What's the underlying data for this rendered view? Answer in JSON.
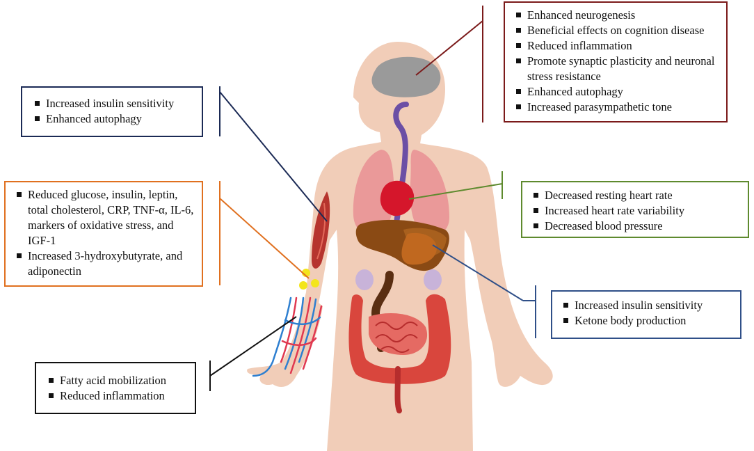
{
  "boxes": {
    "brain": {
      "border_color": "#7b1a1a",
      "items": [
        "Enhanced neurogenesis",
        "Beneficial effects on cognition disease",
        "Reduced inflammation",
        "Promote synaptic plasticity and neuronal stress resistance",
        "Enhanced autophagy",
        "Increased parasympathetic tone"
      ]
    },
    "muscle": {
      "border_color": "#1b2a55",
      "items": [
        "Increased insulin sensitivity",
        "Enhanced autophagy"
      ]
    },
    "blood": {
      "border_color": "#e0701f",
      "items": [
        "Reduced glucose, insulin, leptin, total cholesterol, CRP, TNF-α, IL-6, markers of oxidative stress, and IGF-1",
        "Increased 3-hydroxybutyrate, and adiponectin"
      ]
    },
    "heart": {
      "border_color": "#5e8a2e",
      "items": [
        "Decreased resting heart rate",
        "Increased heart rate variability",
        "Decreased blood pressure"
      ]
    },
    "liver": {
      "border_color": "#2f4f88",
      "items": [
        "Increased insulin sensitivity",
        "Ketone body production"
      ]
    },
    "fat": {
      "border_color": "#111111",
      "items": [
        "Fatty acid mobilization",
        "Reduced inflammation"
      ]
    }
  },
  "colors": {
    "skin": "#f1cdb8",
    "brain": "#9a9a9a",
    "lungs": "#e98f93",
    "heart": "#d5162b",
    "liver": "#8a4a14",
    "intestine": "#d9463d",
    "vessel_blue": "#2e7fd0",
    "vessel_red": "#e03850",
    "muscle": "#b6342e",
    "fat_dots": "#f3e51b"
  }
}
